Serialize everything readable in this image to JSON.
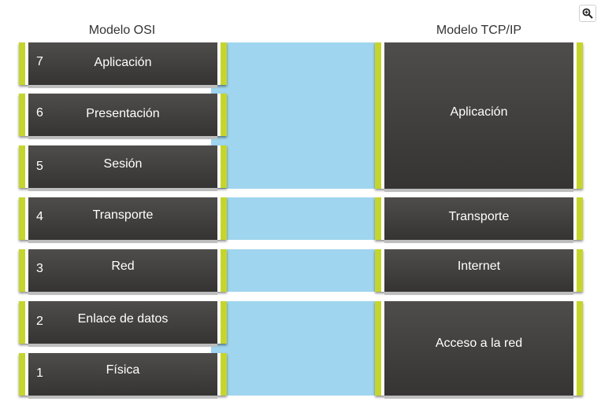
{
  "titles": {
    "osi": "Modelo OSI",
    "tcpip": "Modelo TCP/IP"
  },
  "colors": {
    "accent": "#c5d52d",
    "card": "#3e3d3b",
    "connector": "#9fd5ee"
  },
  "zoom_icon": "zoom-in-icon",
  "osi_layers": [
    {
      "number": "7",
      "name": "Aplicación"
    },
    {
      "number": "6",
      "name": "Presentación"
    },
    {
      "number": "5",
      "name": "Sesión"
    },
    {
      "number": "4",
      "name": "Transporte"
    },
    {
      "number": "3",
      "name": "Red"
    },
    {
      "number": "2",
      "name": "Enlace de datos"
    },
    {
      "number": "1",
      "name": "Física"
    }
  ],
  "tcpip_layers": [
    {
      "name": "Aplicación"
    },
    {
      "name": "Transporte"
    },
    {
      "name": "Internet"
    },
    {
      "name": "Acceso a la red"
    }
  ]
}
